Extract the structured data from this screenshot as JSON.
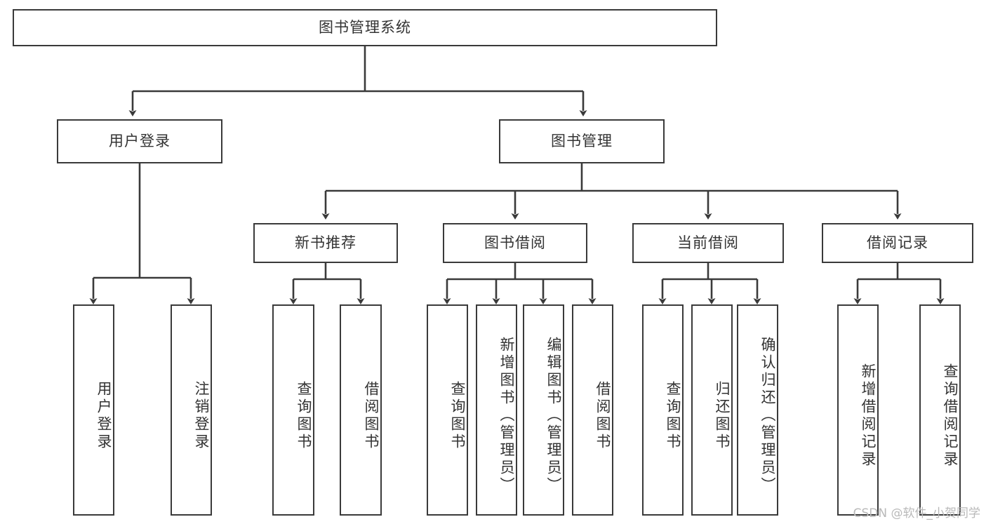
{
  "diagram": {
    "title": "图书管理系统",
    "type": "tree-functional-structure",
    "orientation": "top-down",
    "colors": {
      "background": "#ffffff",
      "node_fill": "#ffffff",
      "node_border": "#3a3a3a",
      "text": "#333333",
      "edge": "#3a3a3a",
      "watermark": "#b9b9b9"
    }
  },
  "root": {
    "label": "图书管理系统"
  },
  "level2": [
    {
      "label": "用户登录"
    },
    {
      "label": "图书管理"
    }
  ],
  "level3": [
    {
      "label": "新书推荐"
    },
    {
      "label": "图书借阅"
    },
    {
      "label": "当前借阅"
    },
    {
      "label": "借阅记录"
    }
  ],
  "leaves": {
    "user_login": [
      {
        "label": "用户登录"
      },
      {
        "label": "注销登录"
      }
    ],
    "new_book": [
      {
        "label": "查询图书"
      },
      {
        "label": "借阅图书"
      }
    ],
    "book_borrow": [
      {
        "label": "查询图书"
      },
      {
        "label": "新增图书（管理员）"
      },
      {
        "label": "编辑图书（管理员）"
      },
      {
        "label": "借阅图书"
      }
    ],
    "current_borrow": [
      {
        "label": "查询图书"
      },
      {
        "label": "归还图书"
      },
      {
        "label": "确认归还（管理员）"
      }
    ],
    "borrow_record": [
      {
        "label": "新增借阅记录"
      },
      {
        "label": "查询借阅记录"
      }
    ]
  },
  "watermark": {
    "text": "CSDN @软件_小贺同学"
  }
}
